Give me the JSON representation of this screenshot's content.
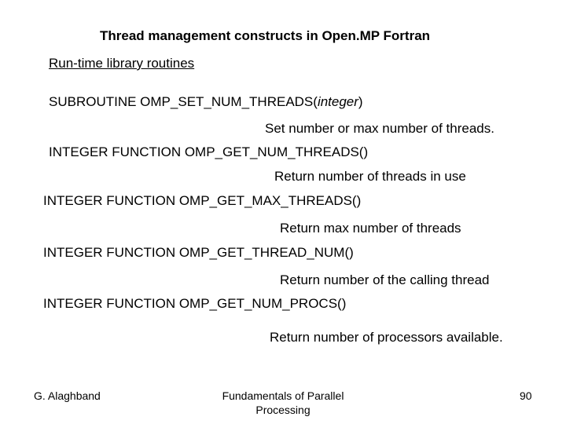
{
  "title": "Thread management constructs in Open.MP Fortran",
  "subtitle": "Run-time library routines",
  "routines": [
    {
      "signature_prefix": "SUBROUTINE OMP_SET_NUM_THREADS(",
      "signature_arg": "integer",
      "signature_suffix": ")",
      "description": "Set number or max number of threads."
    },
    {
      "signature": "INTEGER FUNCTION OMP_GET_NUM_THREADS()",
      "description": "Return number of threads in use"
    },
    {
      "signature": "INTEGER FUNCTION OMP_GET_MAX_THREADS()",
      "description": "Return max number of threads"
    },
    {
      "signature": "INTEGER FUNCTION OMP_GET_THREAD_NUM()",
      "description": "Return number of the calling thread"
    },
    {
      "signature": "INTEGER FUNCTION OMP_GET_NUM_PROCS()",
      "description": "Return number of processors available."
    }
  ],
  "footer": {
    "author": "G. Alaghband",
    "course": "Fundamentals of Parallel Processing",
    "page": "90"
  }
}
